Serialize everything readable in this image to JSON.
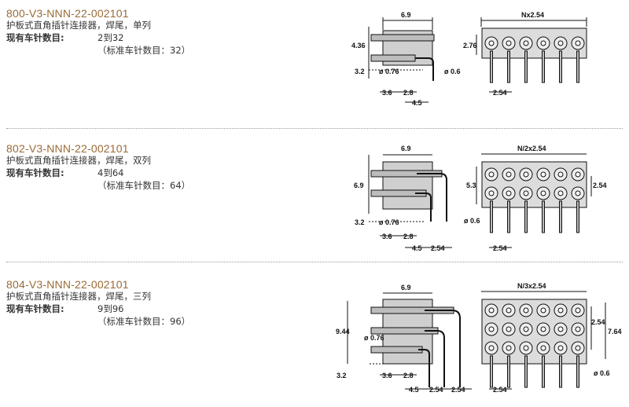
{
  "products": [
    {
      "part_number": "800-V3-NNN-22-002101",
      "description": "护板式直角插针连接器，焊尾，单列",
      "count_label": "现有车针数目:",
      "count_value": "2到32",
      "standard": "（标准车针数目：32）",
      "dims": {
        "width": "6.9",
        "pitch_label": "Nx2.54",
        "height": "4.36",
        "right_h": "2.76",
        "base": "3.2",
        "pin_d": "ø 0.76",
        "tail_d": "ø 0.6",
        "a": "3.6",
        "b": "2.8",
        "c": "4.5",
        "bottom": "2.54"
      }
    },
    {
      "part_number": "802-V3-NNN-22-002101",
      "description": "护板式直角插针连接器，焊尾，双列",
      "count_label": "现有车针数目:",
      "count_value": "4到64",
      "standard": "（标准车针数目：64）",
      "dims": {
        "width": "6.9",
        "pitch_label": "N/2x2.54",
        "height": "6.9",
        "right_h": "5.3",
        "right_pitch": "2.54",
        "base": "3.2",
        "pin_d": "ø 0.76",
        "tail_d": "ø 0.6",
        "a": "3.6",
        "b": "2.8",
        "c": "4.5",
        "d": "2.54",
        "bottom": "2.54"
      }
    },
    {
      "part_number": "804-V3-NNN-22-002101",
      "description": "护板式直角插针连接器，焊尾，三列",
      "count_label": "现有车针数目:",
      "count_value": "9到96",
      "standard": "（标准车针数目：96）",
      "dims": {
        "width": "6.9",
        "pitch_label": "N/3x2.54",
        "height": "9.44",
        "right_h": "7.64",
        "right_pitch": "2.54",
        "base": "3.2",
        "pin_d": "ø 0.76",
        "tail_d": "ø 0.6",
        "a": "3.6",
        "b": "2.8",
        "c": "4.5",
        "d": "2.54",
        "e": "2.54",
        "bottom": "2.54"
      }
    }
  ]
}
